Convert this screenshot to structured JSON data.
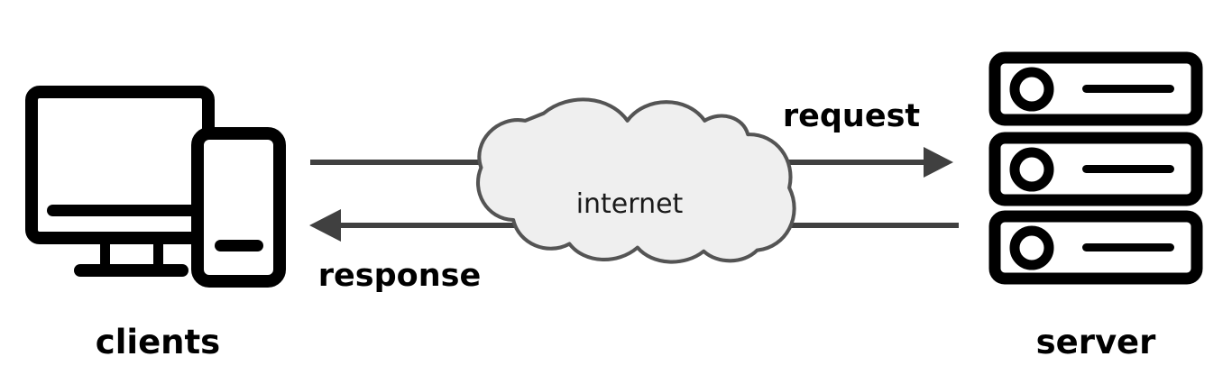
{
  "diagram": {
    "title": "client-server request response over internet",
    "background_color": "#ffffff",
    "line_color": "#404040",
    "icon_color": "#000000",
    "cloud_fill": "#efefef",
    "cloud_stroke": "#545454",
    "nodes": {
      "clients": {
        "label": "clients",
        "icon": "desktop-monitor-and-mobile-phone-icon"
      },
      "internet": {
        "label": "internet",
        "icon": "cloud-icon"
      },
      "server": {
        "label": "server",
        "icon": "server-rack-icon",
        "rack_units": 3
      }
    },
    "flows": [
      {
        "label": "request",
        "direction": "clients-to-server",
        "arrowhead": "right"
      },
      {
        "label": "response",
        "direction": "server-to-clients",
        "arrowhead": "left"
      }
    ]
  }
}
